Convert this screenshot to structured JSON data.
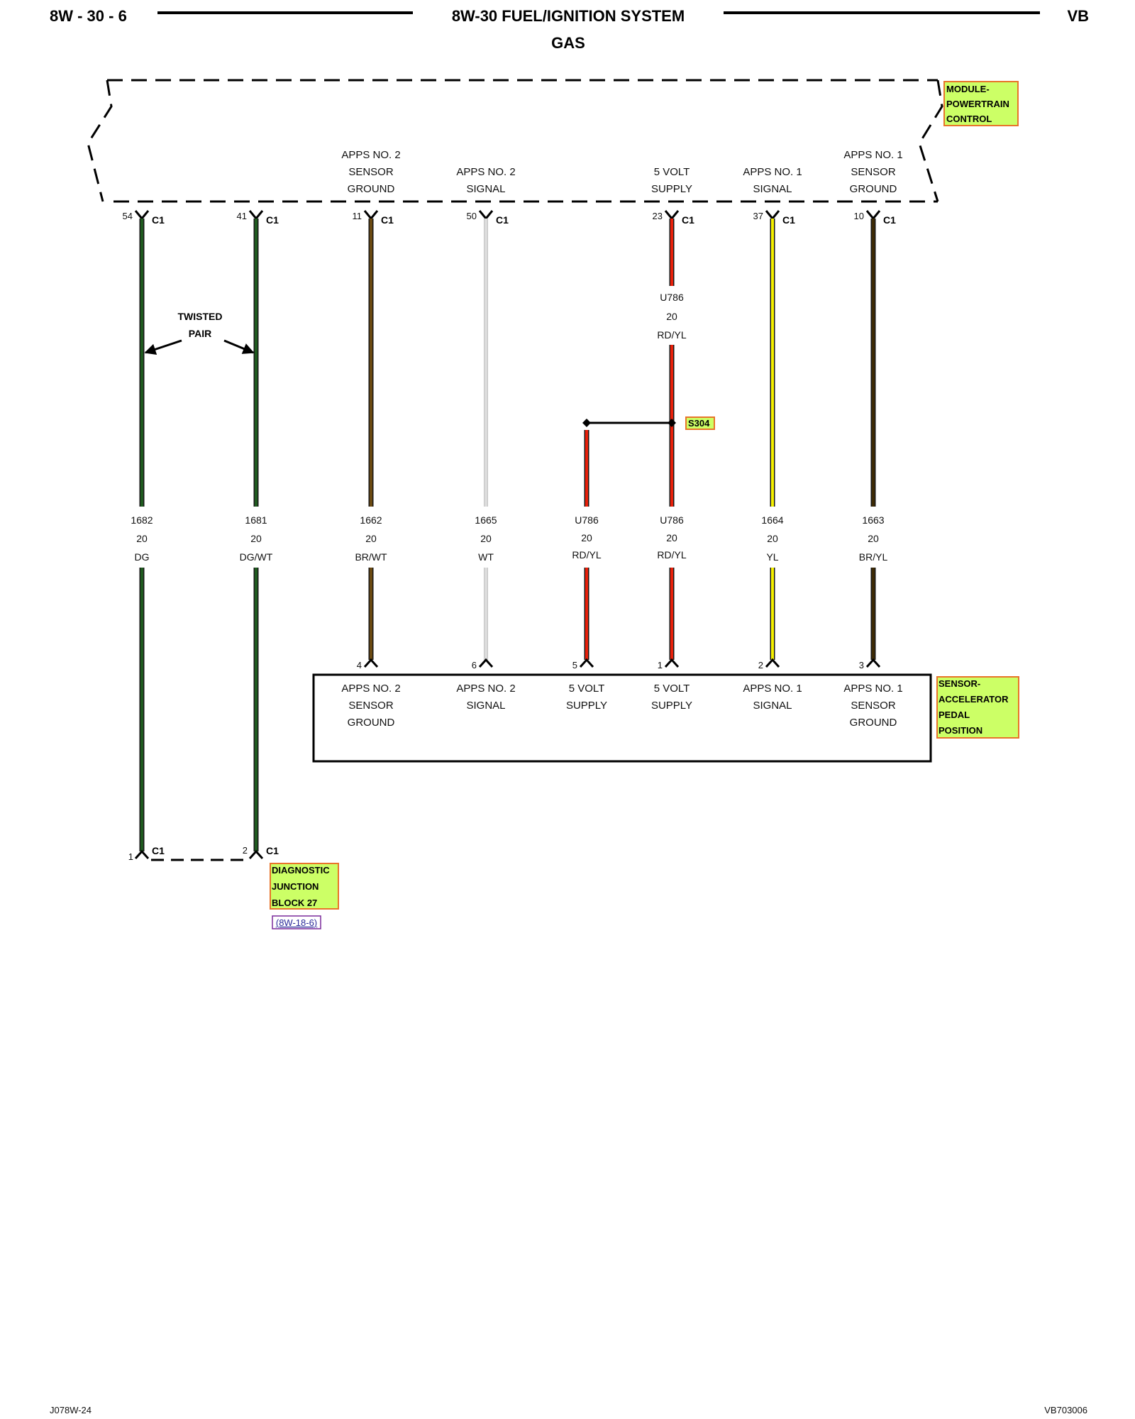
{
  "header": {
    "page_ref": "8W - 30 - 6",
    "title": "8W-30 FUEL/IGNITION SYSTEM",
    "subtitle": "GAS",
    "model": "VB"
  },
  "colors": {
    "label_fill": "#ccff66",
    "label_border": "#e8742a",
    "reference_border": "#7a2a9a",
    "reference_text": "#2a2a9a"
  },
  "pcm": {
    "label_lines": [
      "MODULE-",
      "POWERTRAIN",
      "CONTROL"
    ],
    "pins": [
      {
        "pin": "54",
        "connector": "C1"
      },
      {
        "pin": "41",
        "connector": "C1"
      },
      {
        "pin": "11",
        "connector": "C1",
        "function": [
          "APPS NO. 2",
          "SENSOR",
          "GROUND"
        ]
      },
      {
        "pin": "50",
        "connector": "C1",
        "function": [
          "APPS NO. 2",
          "SIGNAL"
        ]
      },
      {
        "pin": "23",
        "connector": "C1",
        "function": [
          "5 VOLT",
          "SUPPLY"
        ]
      },
      {
        "pin": "37",
        "connector": "C1",
        "function": [
          "APPS NO. 1",
          "SIGNAL"
        ]
      },
      {
        "pin": "10",
        "connector": "C1",
        "function": [
          "APPS NO. 1",
          "SENSOR",
          "GROUND"
        ]
      }
    ]
  },
  "pcm_side_circuit": {
    "circuit": "U786",
    "gauge": "20",
    "color_code": "RD/YL",
    "wire_color": "#e8200a"
  },
  "splice": {
    "label": "S304"
  },
  "twisted_pair": {
    "label_lines": [
      "TWISTED",
      "PAIR"
    ]
  },
  "circuits": [
    {
      "circuit": "1682",
      "gauge": "20",
      "color_code": "DG",
      "wire_color": "#1f5a1f"
    },
    {
      "circuit": "1681",
      "gauge": "20",
      "color_code": "DG/WT",
      "wire_color": "#1f5a1f"
    },
    {
      "circuit": "1662",
      "gauge": "20",
      "color_code": "BR/WT",
      "wire_color": "#6b4a12"
    },
    {
      "circuit": "1665",
      "gauge": "20",
      "color_code": "WT",
      "wire_color": "#dcdcdc"
    },
    {
      "circuit": "U786",
      "gauge": "20",
      "color_code": "RD/YL",
      "wire_color": "#e8200a"
    },
    {
      "circuit": "U786",
      "gauge": "20",
      "color_code": "RD/YL",
      "wire_color": "#e8200a"
    },
    {
      "circuit": "1664",
      "gauge": "20",
      "color_code": "YL",
      "wire_color": "#f5f000"
    },
    {
      "circuit": "1663",
      "gauge": "20",
      "color_code": "BR/YL",
      "wire_color": "#3d2a05"
    }
  ],
  "app_sensor": {
    "label_lines": [
      "SENSOR-",
      "ACCELERATOR",
      "PEDAL",
      "POSITION"
    ],
    "pins": [
      {
        "pin": "4",
        "function": [
          "APPS NO. 2",
          "SENSOR",
          "GROUND"
        ]
      },
      {
        "pin": "6",
        "function": [
          "APPS NO. 2",
          "SIGNAL"
        ]
      },
      {
        "pin": "5",
        "function": [
          "5 VOLT",
          "SUPPLY"
        ]
      },
      {
        "pin": "1",
        "function": [
          "5 VOLT",
          "SUPPLY"
        ]
      },
      {
        "pin": "2",
        "function": [
          "APPS NO. 1",
          "SIGNAL"
        ]
      },
      {
        "pin": "3",
        "function": [
          "APPS NO. 1",
          "SENSOR",
          "GROUND"
        ]
      }
    ]
  },
  "dlc": {
    "label_lines": [
      "DIAGNOSTIC",
      "JUNCTION",
      "BLOCK 27"
    ],
    "pins": [
      {
        "pin": "1",
        "connector": "C1"
      },
      {
        "pin": "2",
        "connector": "C1"
      }
    ],
    "reference": "(8W-18-6)"
  },
  "footer": {
    "left": "J078W-24",
    "right": "VB703006"
  }
}
